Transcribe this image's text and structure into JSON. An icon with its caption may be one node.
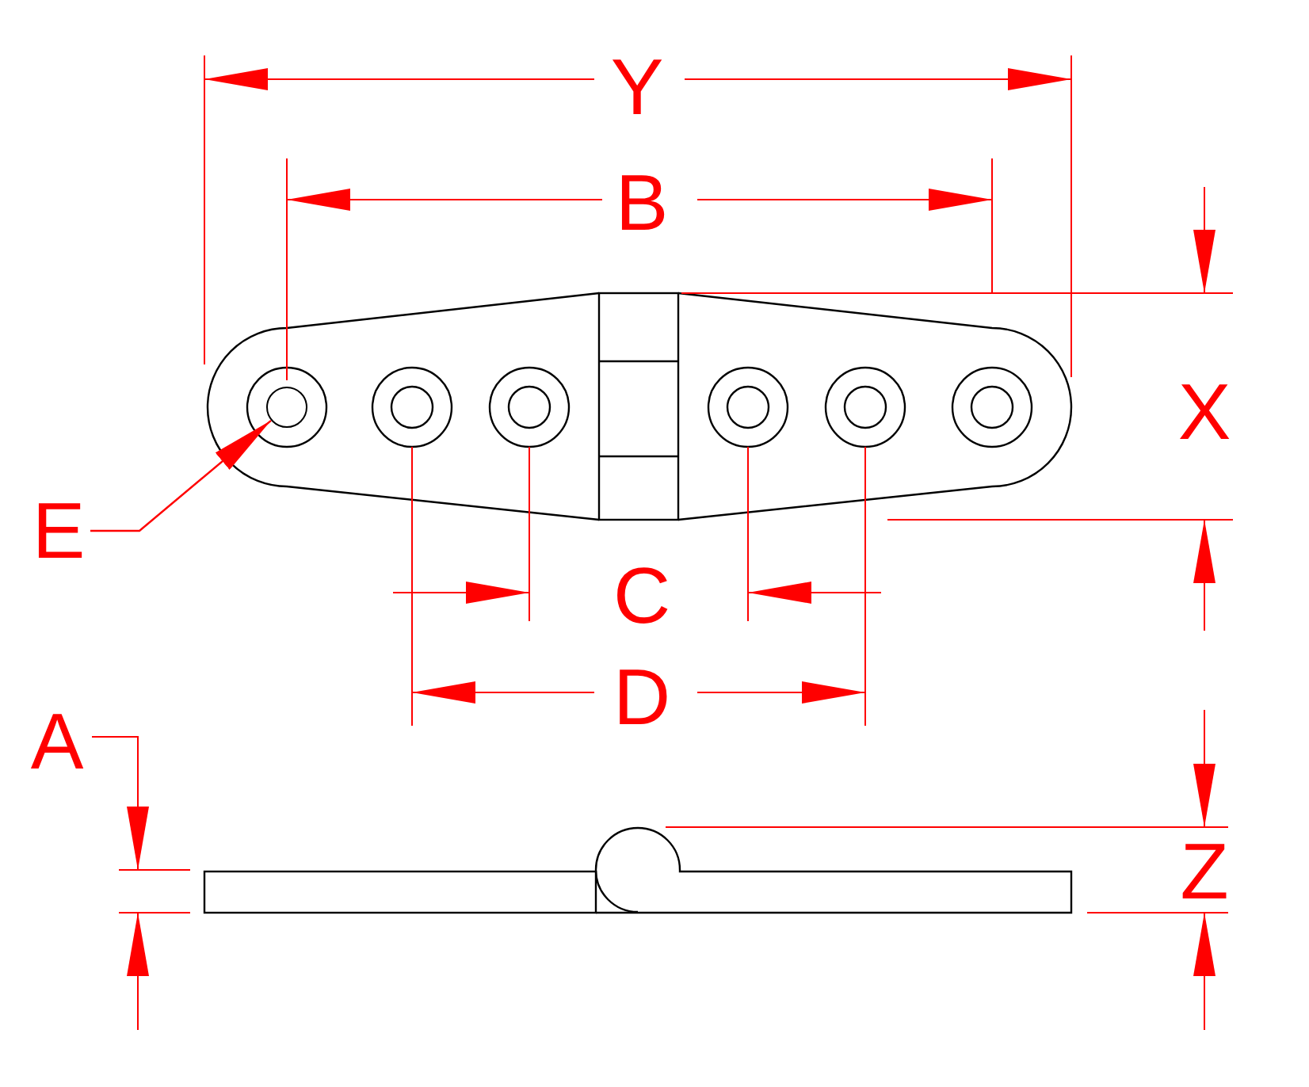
{
  "diagram": {
    "nodes": [
      {
        "text": [
          "E"
        ]
      },
      {
        "text": [],
        "shape": "circle"
      }
    ],
    "edges": [
      {
        "from": 0,
        "to": 1,
        "arrow": "to"
      }
    ],
    "labels": [
      "Y",
      "B",
      "X",
      "C",
      "D",
      "A",
      "Z"
    ]
  }
}
